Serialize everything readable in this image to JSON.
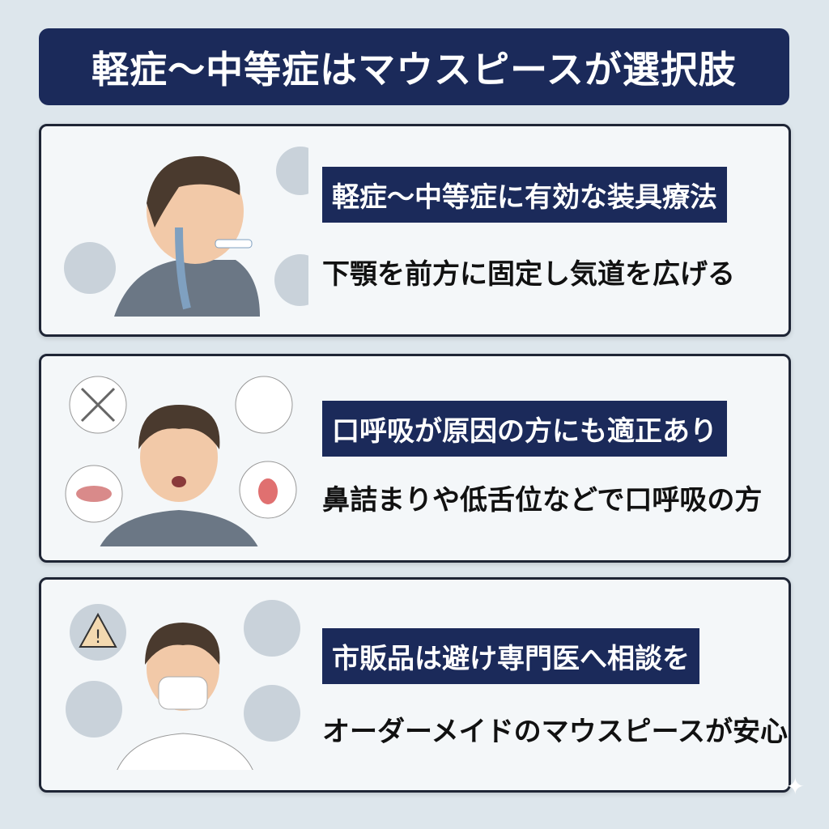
{
  "title": "軽症〜中等症はマウスピースが選択肢",
  "cards": [
    {
      "label": "軽症〜中等症に有効な装具療法",
      "sub": "下顎を前方に固定し気道を広げる",
      "illustration": "person-airway-mouthpiece"
    },
    {
      "label": "口呼吸が原因の方にも適正あり",
      "sub": "鼻詰まりや低舌位などで口呼吸の方",
      "illustration": "person-mouth-breathing"
    },
    {
      "label": "市販品は避け専門医へ相談を",
      "sub": "オーダーメイドのマウスピースが安心",
      "illustration": "dentist-with-mouthpiece"
    }
  ],
  "colors": {
    "navy": "#1b2a5a",
    "background": "#dde6ec",
    "card": "#f4f7f9"
  }
}
